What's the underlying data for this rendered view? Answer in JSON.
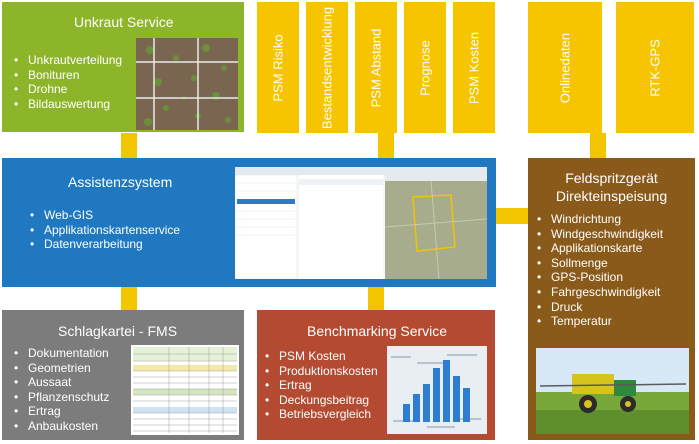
{
  "unkraut": {
    "title": "Unkraut Service",
    "items": [
      "Unkrautverteilung",
      "Bonituren",
      "Drohne",
      "Bildauswertung"
    ]
  },
  "tabs": [
    "PSM Risiko",
    "Bestandsentwicklung",
    "PSM Abstand",
    "Prognose",
    "PSM Kosten",
    "Onlinedaten",
    "RTK-GPS"
  ],
  "assistenz": {
    "title": "Assistenzsystem",
    "items": [
      "Web-GIS",
      "Applikationskartenservice",
      "Datenverarbeitung"
    ]
  },
  "feld": {
    "title_line1": "Feldspritzgerät",
    "title_line2": "Direkteinspeisung",
    "items": [
      "Windrichtung",
      "Windgeschwindigkeit",
      "Applikationskarte",
      "Sollmenge",
      "GPS-Position",
      "Fahrgeschwindigkeit",
      "Druck",
      "Temperatur"
    ]
  },
  "schlag": {
    "title": "Schlagkartei - FMS",
    "items": [
      "Dokumentation",
      "Geometrien",
      "Aussaat",
      "Pflanzenschutz",
      "Ertrag",
      "Anbaukosten"
    ]
  },
  "bench": {
    "title": "Benchmarking Service",
    "items": [
      "PSM Kosten",
      "Produktionskosten",
      "Ertrag",
      "Deckungsbeitrag",
      "Betriebsvergleich"
    ]
  },
  "colors": {
    "green": "#8db52a",
    "blue": "#1f78c0",
    "gray": "#7c7c7c",
    "red": "#b44a31",
    "brown": "#8a5a1a",
    "yellow": "#f6c500"
  }
}
